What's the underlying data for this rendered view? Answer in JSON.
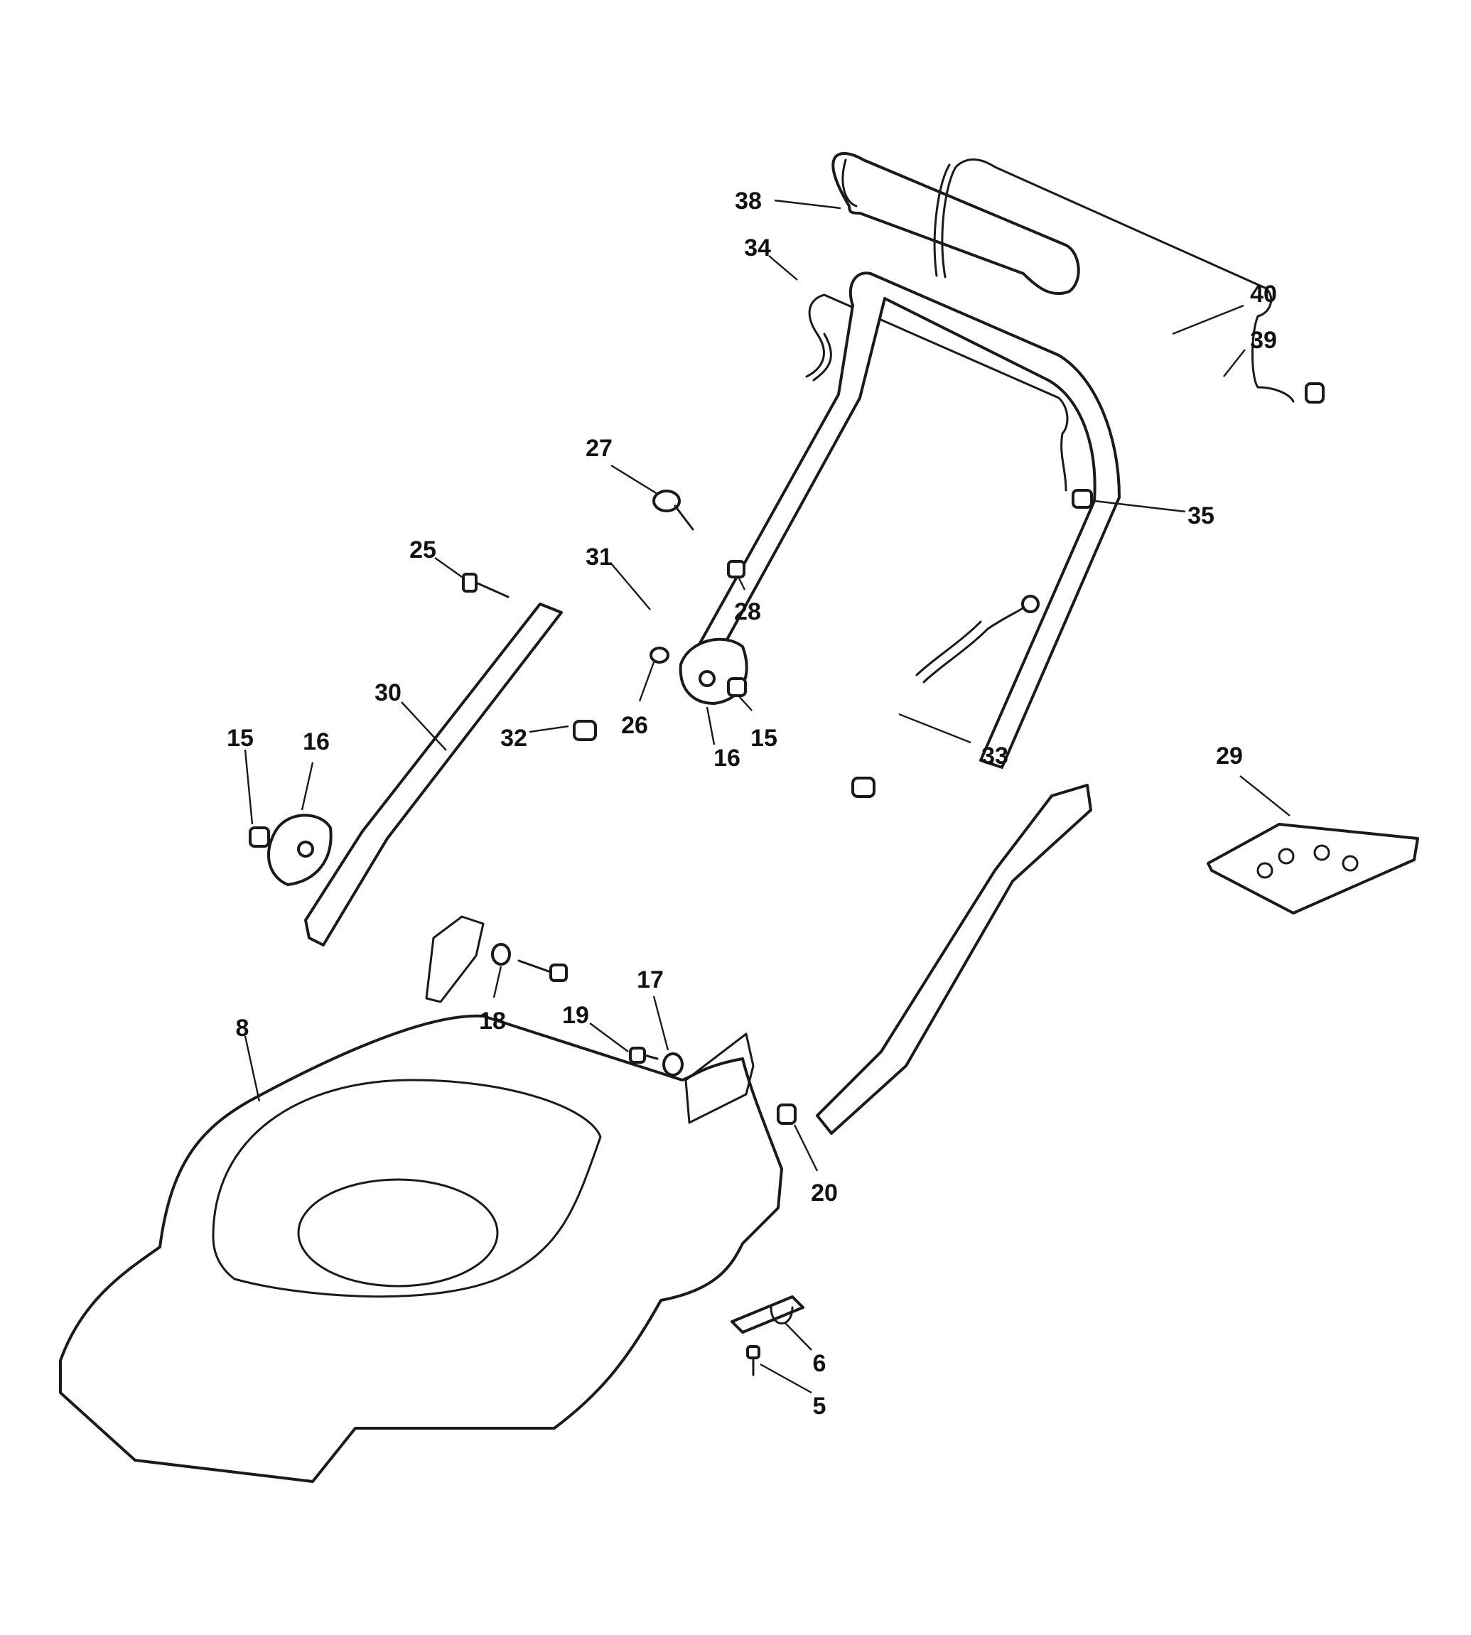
{
  "diagram": {
    "callouts": [
      {
        "id": "c38",
        "label": "38"
      },
      {
        "id": "c34",
        "label": "34"
      },
      {
        "id": "c40",
        "label": "40"
      },
      {
        "id": "c39",
        "label": "39"
      },
      {
        "id": "c27",
        "label": "27"
      },
      {
        "id": "c35",
        "label": "35"
      },
      {
        "id": "c25",
        "label": "25"
      },
      {
        "id": "c31",
        "label": "31"
      },
      {
        "id": "c28",
        "label": "28"
      },
      {
        "id": "c30",
        "label": "30"
      },
      {
        "id": "c32",
        "label": "32"
      },
      {
        "id": "c26",
        "label": "26"
      },
      {
        "id": "c16a",
        "label": "16"
      },
      {
        "id": "c15a",
        "label": "15"
      },
      {
        "id": "c33",
        "label": "33"
      },
      {
        "id": "c29",
        "label": "29"
      },
      {
        "id": "c15b",
        "label": "15"
      },
      {
        "id": "c16b",
        "label": "16"
      },
      {
        "id": "c17",
        "label": "17"
      },
      {
        "id": "c18",
        "label": "18"
      },
      {
        "id": "c19",
        "label": "19"
      },
      {
        "id": "c8",
        "label": "8"
      },
      {
        "id": "c20",
        "label": "20"
      },
      {
        "id": "c6",
        "label": "6"
      },
      {
        "id": "c5",
        "label": "5"
      }
    ]
  }
}
